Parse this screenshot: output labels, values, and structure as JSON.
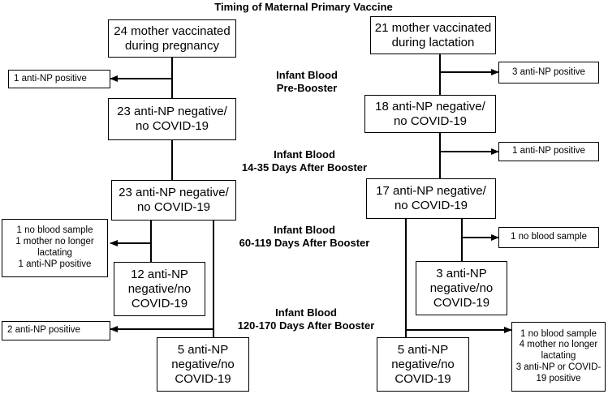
{
  "title": "Timing of Maternal Primary Vaccine",
  "timepoints": [
    {
      "line1": "Infant Blood",
      "line2": "Pre-Booster"
    },
    {
      "line1": "Infant Blood",
      "line2": "14-35 Days After Booster"
    },
    {
      "line1": "Infant Blood",
      "line2": "60-119 Days After Booster"
    },
    {
      "line1": "Infant Blood",
      "line2": "120-170 Days After Booster"
    }
  ],
  "pregnancy_arm": {
    "start": [
      "24 mother vaccinated",
      "during pregnancy"
    ],
    "exclusion_pre": [
      "1 anti-NP positive"
    ],
    "stage_pre": [
      "23 anti-NP negative/",
      "no COVID-19"
    ],
    "stage_14_35": [
      "23 anti-NP negative/",
      "no COVID-19"
    ],
    "exclusion_60_119": [
      "1 no blood sample",
      "1 mother no longer",
      "lactating",
      "1 anti-NP positive"
    ],
    "stage_60_119": [
      "12 anti-NP",
      "negative/no",
      "COVID-19"
    ],
    "exclusion_120_170": [
      "2 anti-NP positive"
    ],
    "stage_120_170": [
      "5 anti-NP",
      "negative/no",
      "COVID-19"
    ]
  },
  "lactation_arm": {
    "start": [
      "21 mother vaccinated",
      "during lactation"
    ],
    "exclusion_pre": [
      "3 anti-NP positive"
    ],
    "stage_pre": [
      "18 anti-NP negative/",
      "no COVID-19"
    ],
    "exclusion_14_35": [
      "1 anti-NP positive"
    ],
    "stage_14_35": [
      "17 anti-NP negative/",
      "no COVID-19"
    ],
    "exclusion_60_119": [
      "1 no blood sample"
    ],
    "stage_60_119": [
      "3 anti-NP",
      "negative/no",
      "COVID-19"
    ],
    "exclusion_120_170": [
      "1 no blood sample",
      "4 mother no longer",
      "lactating",
      "3 anti-NP or COVID-",
      "19 positive"
    ],
    "stage_120_170": [
      "5 anti-NP",
      "negative/no",
      "COVID-19"
    ]
  }
}
